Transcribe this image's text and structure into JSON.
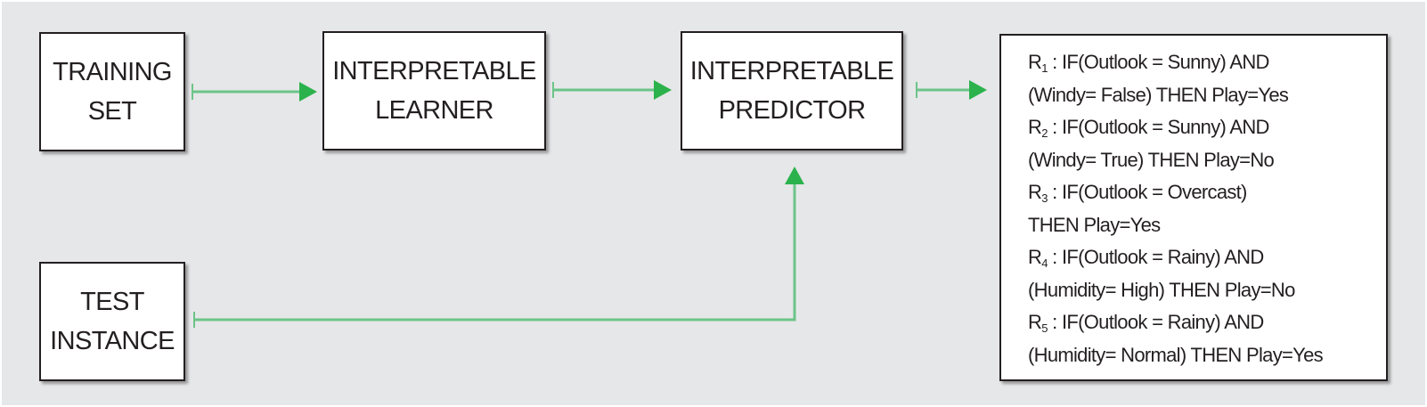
{
  "diagram": {
    "nodes": {
      "training_set": [
        "TRAINING",
        "SET"
      ],
      "interpretable_learner": [
        "INTERPRETABLE",
        "LEARNER"
      ],
      "interpretable_predictor": [
        "INTERPRETABLE",
        "PREDICTOR"
      ],
      "test_instance": [
        "TEST",
        "INSTANCE"
      ]
    },
    "rules": [
      {
        "sub": "1",
        "line1": " : IF(Outlook = Sunny) AND",
        "line2": "(Windy= False) THEN Play=Yes"
      },
      {
        "sub": "2",
        "line1": " : IF(Outlook = Sunny) AND",
        "line2": "(Windy= True) THEN Play=No"
      },
      {
        "sub": "3",
        "line1": " : IF(Outlook = Overcast)",
        "line2": "THEN Play=Yes"
      },
      {
        "sub": "4",
        "line1": " : IF(Outlook = Rainy) AND",
        "line2": "(Humidity= High) THEN Play=No"
      },
      {
        "sub": "5",
        "line1": " : IF(Outlook = Rainy) AND",
        "line2": "(Humidity= Normal) THEN Play=Yes"
      }
    ],
    "rule_prefix": "R",
    "colors": {
      "background": "#e6e7e8",
      "box_fill": "#ffffff",
      "box_border": "#231f20",
      "text": "#231f20",
      "arrow": "#2bb24c",
      "arrow_line": "#6cc489"
    }
  }
}
